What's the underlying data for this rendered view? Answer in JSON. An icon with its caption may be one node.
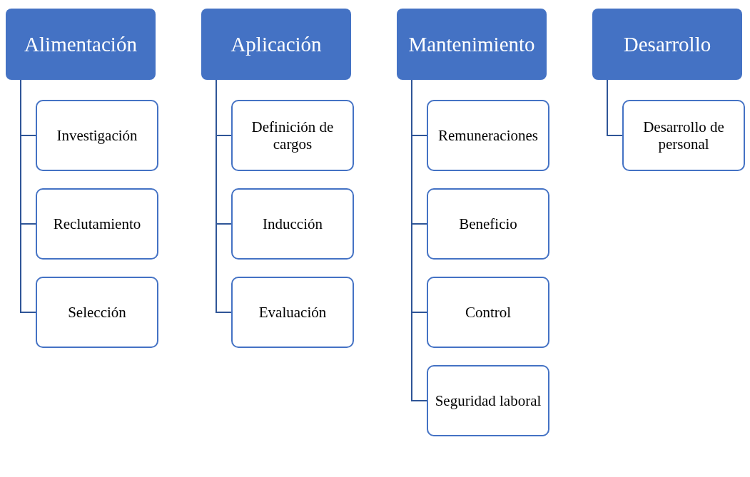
{
  "diagram": {
    "nodes": [
      {
        "text": [
          "Alimentación"
        ]
      },
      {
        "text": [
          "Investigación"
        ]
      },
      {
        "text": [
          "Reclutamiento"
        ]
      },
      {
        "text": [
          "Selección"
        ]
      },
      {
        "text": [
          "Aplicación"
        ]
      },
      {
        "text": [
          "Definición de cargos"
        ]
      },
      {
        "text": [
          "Inducción"
        ]
      },
      {
        "text": [
          "Evaluación"
        ]
      },
      {
        "text": [
          "Mantenimiento"
        ]
      },
      {
        "text": [
          "Remuneraciones"
        ]
      },
      {
        "text": [
          "Beneficio"
        ]
      },
      {
        "text": [
          "Control"
        ]
      },
      {
        "text": [
          "Seguridad laboral"
        ]
      },
      {
        "text": [
          "Desarrollo"
        ]
      },
      {
        "text": [
          "Desarrollo de personal"
        ]
      }
    ],
    "edges": [
      {
        "from": 0,
        "to": 1,
        "arrow": "none"
      },
      {
        "from": 0,
        "to": 2,
        "arrow": "none"
      },
      {
        "from": 0,
        "to": 3,
        "arrow": "none"
      },
      {
        "from": 4,
        "to": 5,
        "arrow": "none"
      },
      {
        "from": 4,
        "to": 6,
        "arrow": "none"
      },
      {
        "from": 4,
        "to": 7,
        "arrow": "none"
      },
      {
        "from": 8,
        "to": 9,
        "arrow": "none"
      },
      {
        "from": 8,
        "to": 10,
        "arrow": "none"
      },
      {
        "from": 8,
        "to": 11,
        "arrow": "none"
      },
      {
        "from": 8,
        "to": 12,
        "arrow": "none"
      },
      {
        "from": 13,
        "to": 14,
        "arrow": "none"
      }
    ]
  }
}
